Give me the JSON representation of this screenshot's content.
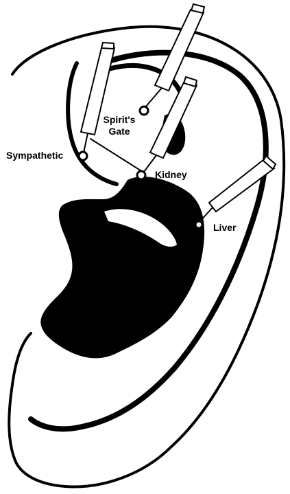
{
  "colors": {
    "ink": "#000000",
    "paper": "#ffffff"
  },
  "points": {
    "spirit_gate": {
      "line1": "Spirit's",
      "line2": "Gate"
    },
    "sympathetic": {
      "label": "Sympathetic"
    },
    "kidney": {
      "label": "Kidney"
    },
    "liver": {
      "label": "Liver"
    }
  }
}
